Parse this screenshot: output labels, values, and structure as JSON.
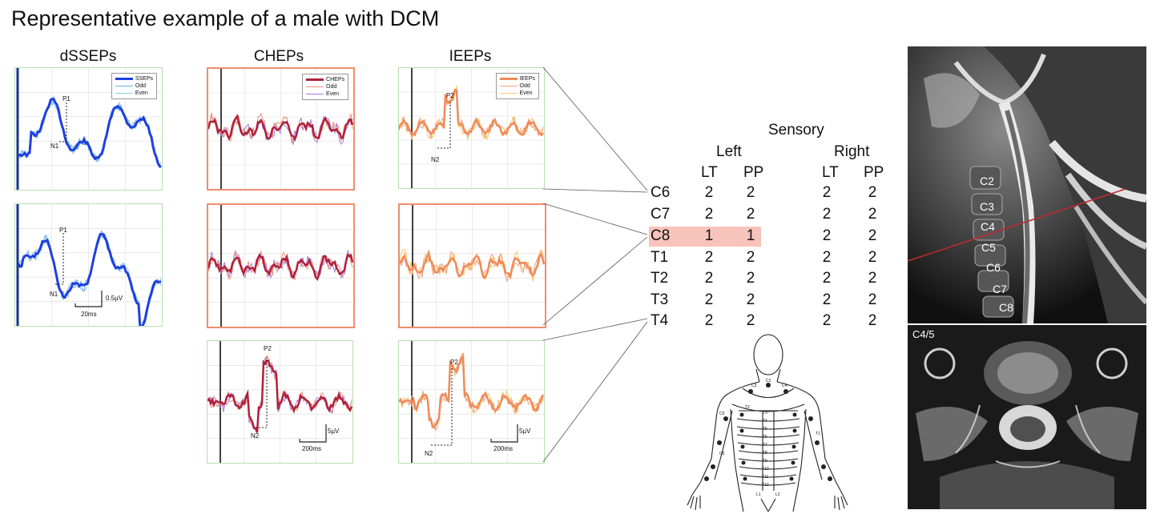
{
  "title": "Representative example of a male with DCM",
  "columns": {
    "dssep": "dSSEPs",
    "chep": "CHEPs",
    "ieep": "IEEPs"
  },
  "colors": {
    "dssep": "#1f3fdf",
    "dssep_light": "#6aaee8",
    "chep": "#b0203a",
    "chep_light1": "#e8937f",
    "chep_light2": "#a87ad8",
    "ieep": "#ef8a5a",
    "ieep_light1": "#f2a07a",
    "ieep_light2": "#f6c86a",
    "abnormal_frame": "#f08d6e",
    "normal_frame": "#b9ddb0",
    "highlight": "#f8c3bb",
    "mri_line": "#c0282c"
  },
  "legends": {
    "dssep": [
      "SSEPs",
      "Odd",
      "Even"
    ],
    "chep": [
      "CHEPs",
      "Odd",
      "Even"
    ],
    "ieep": [
      "IEEPs",
      "Odd",
      "Even"
    ]
  },
  "peaks": {
    "p1": "P1",
    "n1": "N1",
    "p2": "P2",
    "n2": "N2"
  },
  "scales": {
    "dssep_amp": "0.5µV",
    "dssep_time": "20ms",
    "lep_amp": "5µV",
    "lep_time": "200ms"
  },
  "sensory": {
    "header": "Sensory",
    "left": "Left",
    "right": "Right",
    "lt": "LT",
    "pp": "PP",
    "rows": [
      {
        "level": "C6",
        "l_lt": "2",
        "l_pp": "2",
        "r_lt": "2",
        "r_pp": "2"
      },
      {
        "level": "C7",
        "l_lt": "2",
        "l_pp": "2",
        "r_lt": "2",
        "r_pp": "2"
      },
      {
        "level": "C8",
        "l_lt": "1",
        "l_pp": "1",
        "r_lt": "2",
        "r_pp": "2"
      },
      {
        "level": "T1",
        "l_lt": "2",
        "l_pp": "2",
        "r_lt": "2",
        "r_pp": "2"
      },
      {
        "level": "T2",
        "l_lt": "2",
        "l_pp": "2",
        "r_lt": "2",
        "r_pp": "2"
      },
      {
        "level": "T3",
        "l_lt": "2",
        "l_pp": "2",
        "r_lt": "2",
        "r_pp": "2"
      },
      {
        "level": "T4",
        "l_lt": "2",
        "l_pp": "2",
        "r_lt": "2",
        "r_pp": "2"
      }
    ]
  },
  "dermatome_labels": [
    "C2",
    "C3",
    "C4",
    "T2",
    "T3",
    "T4",
    "T5",
    "T6",
    "T7",
    "T8",
    "T9",
    "T10",
    "T11",
    "T12",
    "C5",
    "C6",
    "T1",
    "L1",
    "L2"
  ],
  "mri": {
    "vertebrae": [
      "C2",
      "C3",
      "C4",
      "C5",
      "C6",
      "C7",
      "C8"
    ],
    "axial_label": "C4/5"
  }
}
